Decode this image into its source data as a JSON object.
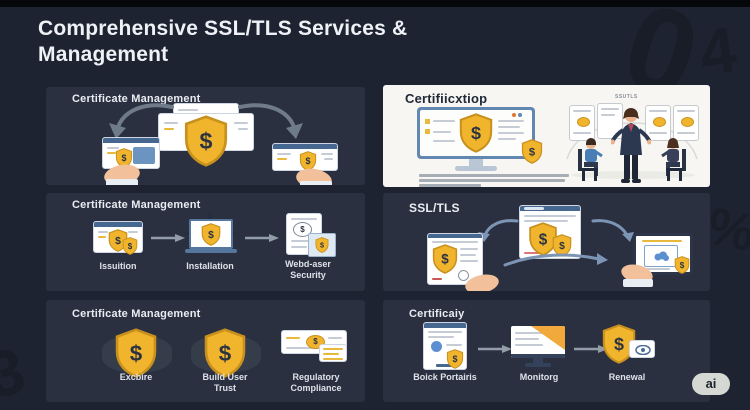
{
  "colors": {
    "page_bg": "#1d2330",
    "panel_bg": "#2a3040",
    "white_panel_bg": "#f7f6f3",
    "accent_gold": "#f1b42d",
    "arrow_gray": "#939daa"
  },
  "icons": {
    "shield_glyph": "$"
  },
  "header": {
    "title": "Comprehensive SSL/TLS Services & Management"
  },
  "panels": {
    "cert_distribution": {
      "heading": "Certificate Management"
    },
    "certification": {
      "heading": "Certifiicxtiop",
      "diagram_label": "SSUTLS"
    },
    "lifecycle": {
      "heading": "Certificate Management",
      "steps": [
        "Issuition",
        "Installation",
        "Webd-aser Security"
      ]
    },
    "ssl_tls": {
      "heading": "SSL/TLS"
    },
    "benefits": {
      "heading": "Certificate Management",
      "items": [
        "Excbire",
        "Build User Trust",
        "Regulatory Compliance"
      ]
    },
    "monitoring": {
      "heading": "Certificaiy",
      "steps": [
        "Boick Portairis",
        "Monitorg",
        "Renewal"
      ]
    }
  },
  "badge": {
    "label": "ai"
  },
  "decor_glyphs": [
    "0",
    "4",
    "%",
    "3"
  ]
}
